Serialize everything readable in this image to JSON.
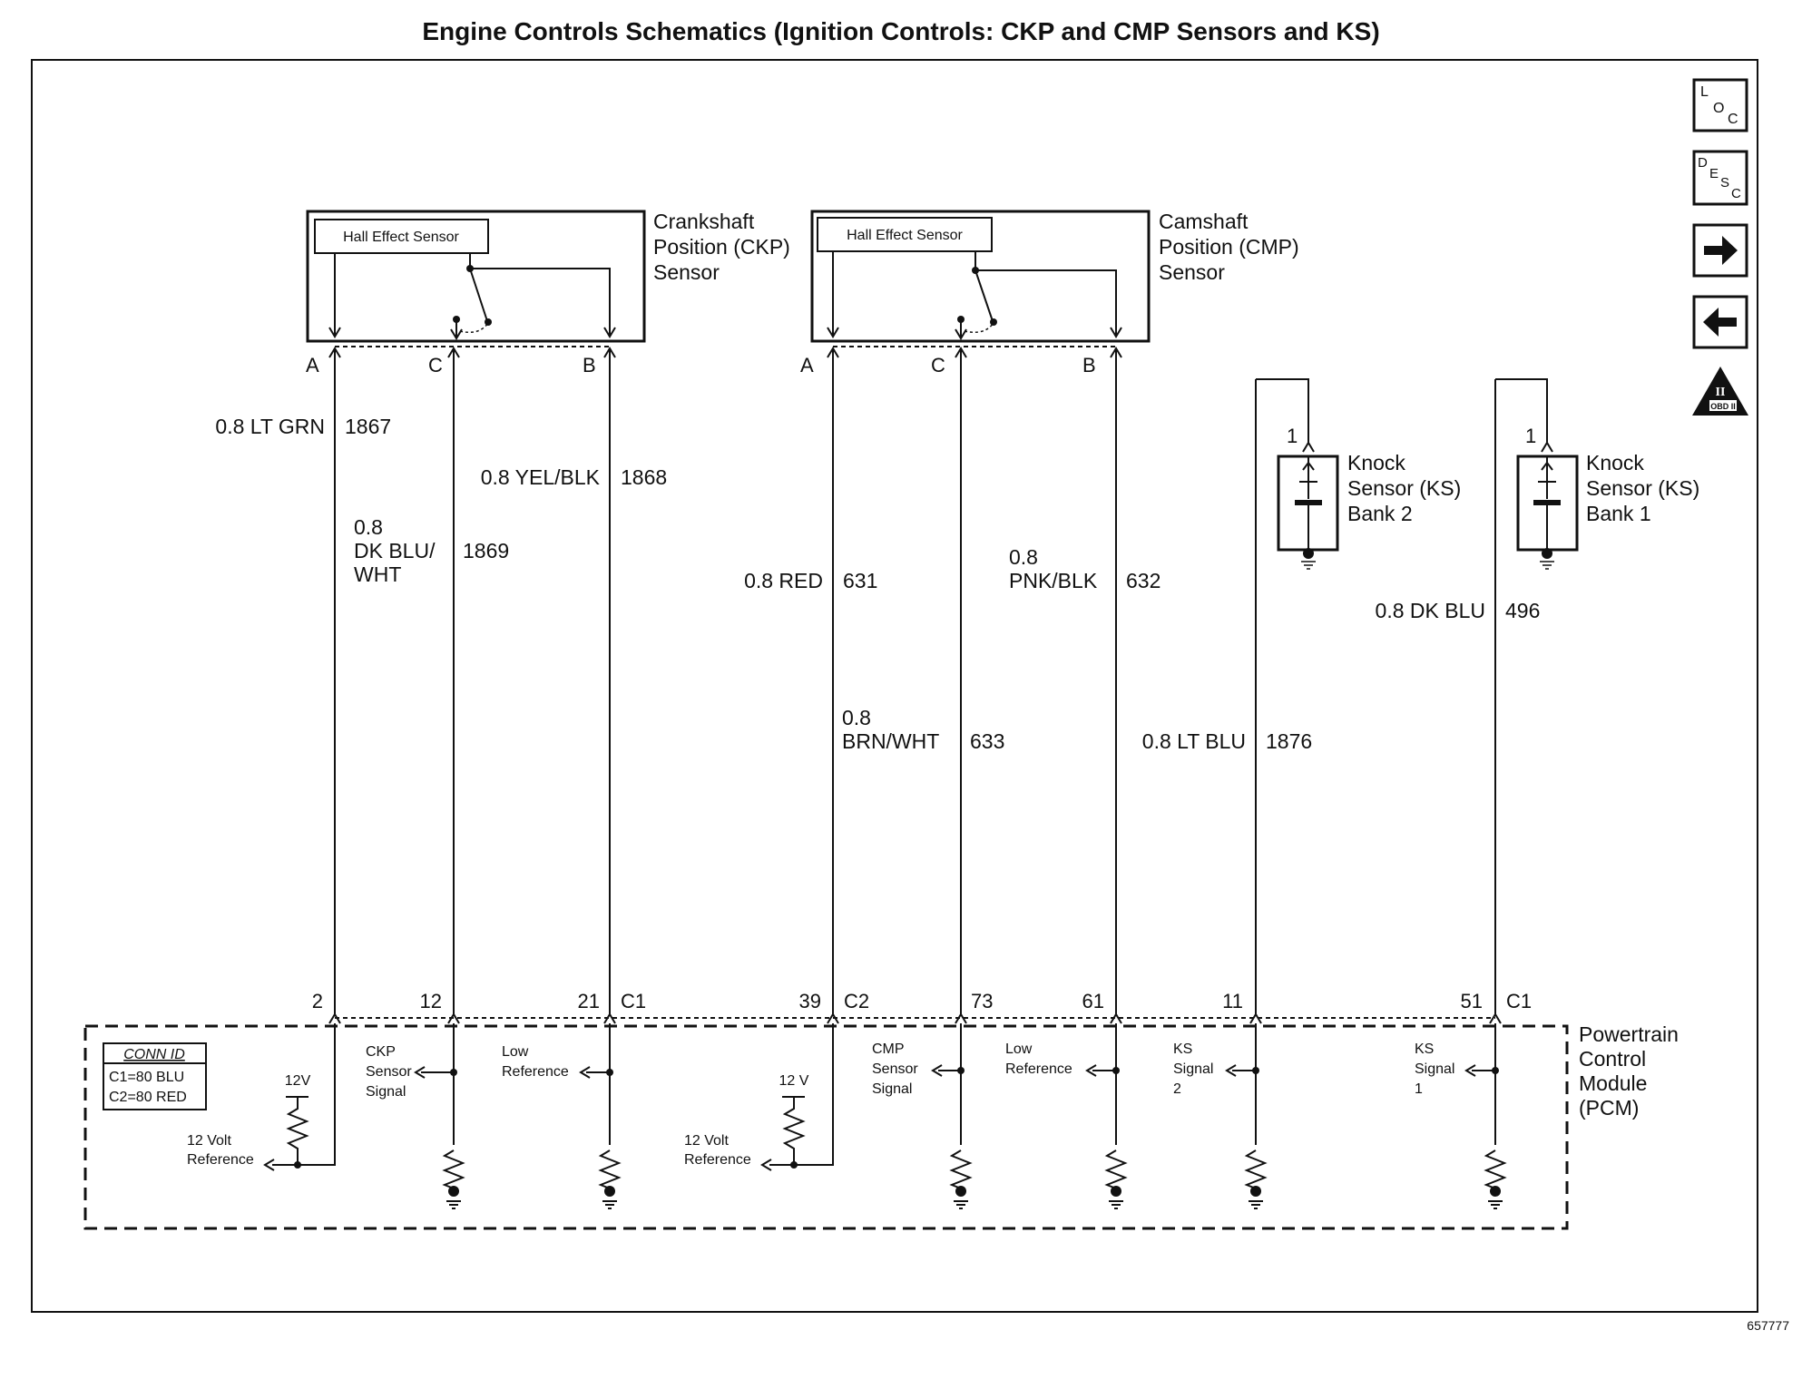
{
  "title": "Engine Controls Schematics (Ignition Controls: CKP and CMP Sensors and KS)",
  "figure_id": "657777",
  "nav_icons": [
    {
      "name": "loc-icon",
      "letters": [
        "L",
        "O",
        "C"
      ]
    },
    {
      "name": "desc-icon",
      "letters": [
        "D",
        "E",
        "S",
        "C"
      ]
    },
    {
      "name": "forward-arrow-icon",
      "glyph": "→"
    },
    {
      "name": "back-arrow-icon",
      "glyph": "←"
    },
    {
      "name": "obd-ii-icon",
      "roman": "II",
      "text": "OBD II"
    }
  ],
  "ckp_sensor": {
    "name_lines": [
      "Crankshaft",
      "Position (CKP)",
      "Sensor"
    ],
    "inner_label": "Hall Effect Sensor",
    "pins": [
      "A",
      "C",
      "B"
    ]
  },
  "cmp_sensor": {
    "name_lines": [
      "Camshaft",
      "Position (CMP)",
      "Sensor"
    ],
    "inner_label": "Hall Effect Sensor",
    "pins": [
      "A",
      "C",
      "B"
    ]
  },
  "knock_bank2": {
    "pin": "1",
    "name_lines": [
      "Knock",
      "Sensor (KS)",
      "Bank 2"
    ]
  },
  "knock_bank1": {
    "pin": "1",
    "name_lines": [
      "Knock",
      "Sensor (KS)",
      "Bank 1"
    ]
  },
  "wires": {
    "w1867": {
      "color_lines": [
        "0.8 LT GRN"
      ],
      "circuit": "1867"
    },
    "w1868": {
      "color_lines": [
        "0.8 YEL/BLK"
      ],
      "circuit": "1868"
    },
    "w1869": {
      "color_lines": [
        "0.8",
        "DK BLU/",
        "WHT"
      ],
      "circuit": "1869"
    },
    "w631": {
      "color_lines": [
        "0.8 RED"
      ],
      "circuit": "631"
    },
    "w632": {
      "color_lines": [
        "0.8",
        "PNK/BLK"
      ],
      "circuit": "632"
    },
    "w633": {
      "color_lines": [
        "0.8",
        "BRN/WHT"
      ],
      "circuit": "633"
    },
    "w1876": {
      "color_lines": [
        "0.8 LT BLU"
      ],
      "circuit": "1876"
    },
    "w496": {
      "color_lines": [
        "0.8 DK BLU"
      ],
      "circuit": "496"
    }
  },
  "pcm_pins": {
    "p2": "2",
    "p12": "12",
    "p21": "21",
    "c1a": "C1",
    "p39": "39",
    "c2": "C2",
    "p73": "73",
    "p61": "61",
    "p11": "11",
    "p51": "51",
    "c1b": "C1"
  },
  "pcm": {
    "name_lines": [
      "Powertrain",
      "Control",
      "Module",
      "(PCM)"
    ],
    "conn_id": {
      "header": "CONN ID",
      "rows": [
        "C1=80 BLU",
        "C2=80 RED"
      ]
    },
    "internal": {
      "ref12v_a": {
        "supply": "12V",
        "label_lines": [
          "12 Volt",
          "Reference"
        ]
      },
      "ckp_signal": [
        "CKP",
        "Sensor",
        "Signal"
      ],
      "low_ref_a": [
        "Low",
        "Reference"
      ],
      "ref12v_b": {
        "supply": "12 V",
        "label_lines": [
          "12 Volt",
          "Reference"
        ]
      },
      "cmp_signal": [
        "CMP",
        "Sensor",
        "Signal"
      ],
      "low_ref_b": [
        "Low",
        "Reference"
      ],
      "ks2_signal": [
        "KS",
        "Signal",
        "2"
      ],
      "ks1_signal": [
        "KS",
        "Signal",
        "1"
      ]
    }
  }
}
